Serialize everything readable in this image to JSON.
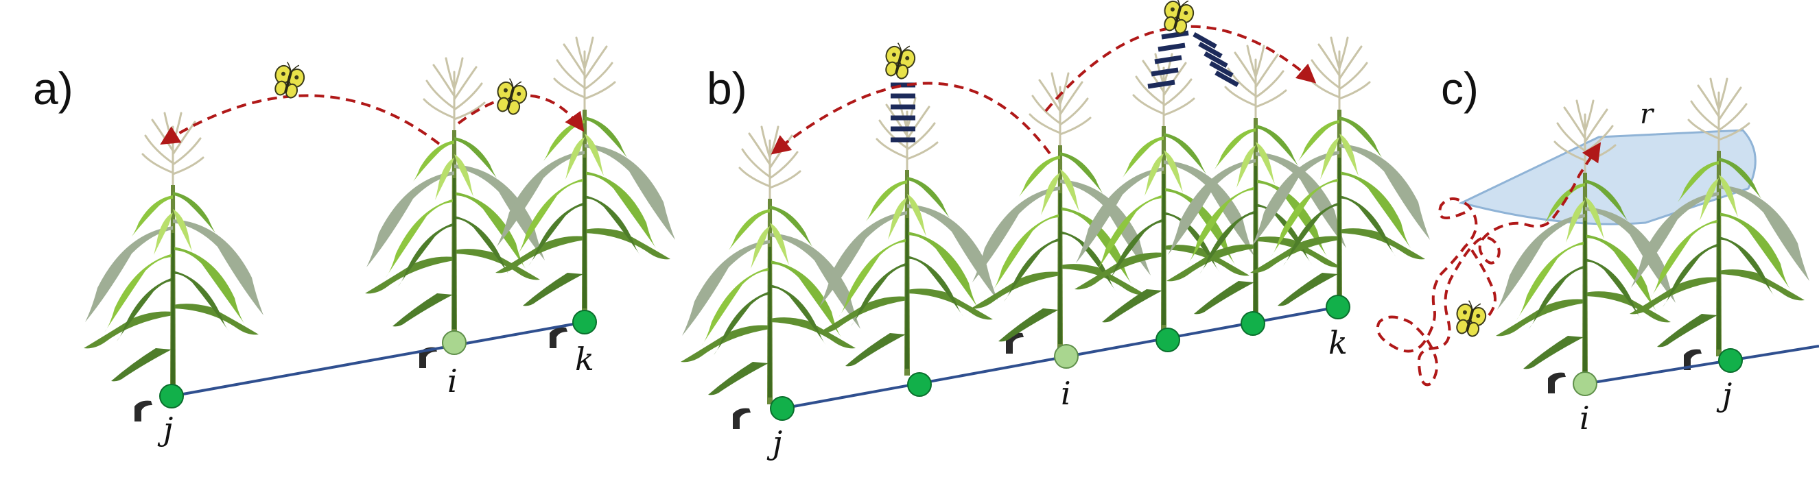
{
  "panels": [
    {
      "id": "a",
      "label": "a)"
    },
    {
      "id": "b",
      "label": "b)"
    },
    {
      "id": "c",
      "label": "c)"
    }
  ],
  "node_labels": {
    "a": {
      "j": "j",
      "i": "i",
      "k": "k"
    },
    "b": {
      "j": "j",
      "i": "i",
      "k": "k"
    },
    "c": {
      "i": "i",
      "j": "j"
    }
  },
  "radius_label": "r",
  "colors": {
    "line": "#2f4f8f",
    "node": "#12b04a",
    "node_focus": "#a9d68f",
    "node_stroke": "#0a6e2c",
    "flight_path": "#b01818",
    "barrier": "#1c2a5a",
    "radius_fill": "#c6dbef",
    "radius_stroke": "#8fb3d6",
    "butterfly": "#e8e24a",
    "stalk": "#6b8a3a",
    "leaf_light": "#8ec63f",
    "leaf_dark": "#4e7d2a",
    "leaf_grey": "#9fae95",
    "tassel": "#c9c4a8"
  },
  "icons": [
    "corn-plant-icon",
    "butterfly-icon",
    "barrier-stripes-icon"
  ]
}
